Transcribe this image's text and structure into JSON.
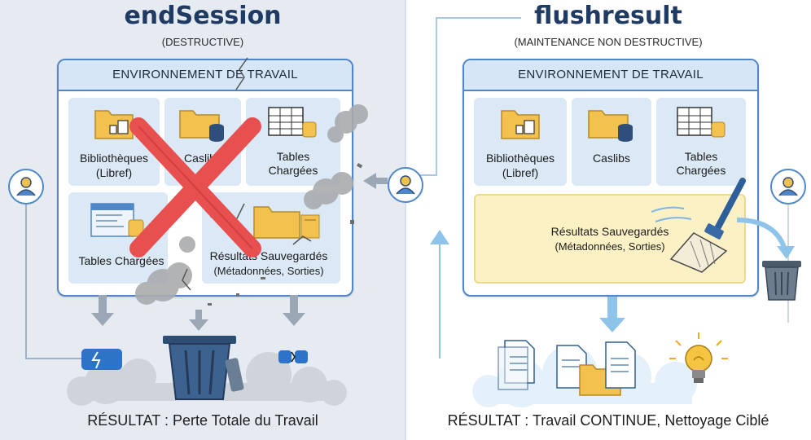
{
  "left": {
    "title": "endSession",
    "subtitle": "(DESTRUCTIVE)",
    "env_header": "ENVIRONNEMENT DE TRAVAIL",
    "tiles": {
      "bibliotheques": "Bibliothèques",
      "bibliotheques_sub": "(Libref)",
      "caslibs": "Caslibs",
      "tables_chargees_top_1": "Tables",
      "tables_chargees_top_2": "Chargées",
      "tables_chargees_bottom": "Tables Chargées",
      "resultats": "Résultats Sauvegardés",
      "resultats_sub": "(Métadonnées, Sorties)"
    },
    "result": "RÉSULTAT : Perte Totale du Travail"
  },
  "right": {
    "title": "flushresult",
    "subtitle": "(MAINTENANCE NON DESTRUCTIVE)",
    "env_header": "ENVIRONNEMENT DE TRAVAIL",
    "tiles": {
      "bibliotheques": "Bibliothèques",
      "bibliotheques_sub": "(Libref)",
      "caslibs": "Caslibs",
      "tables_1": "Tables",
      "tables_2": "Chargées",
      "resultats": "Résultats Sauvegardés",
      "resultats_sub": "(Métadonnées, Sorties)"
    },
    "result": "RÉSULTAT : Travail CONTINUE, Nettoyage Ciblé"
  },
  "colors": {
    "accent_blue": "#4f86c8",
    "cross_red": "#e85050",
    "folder_yellow": "#f2c14e",
    "saved_results_bg": "#fcf1c4"
  }
}
